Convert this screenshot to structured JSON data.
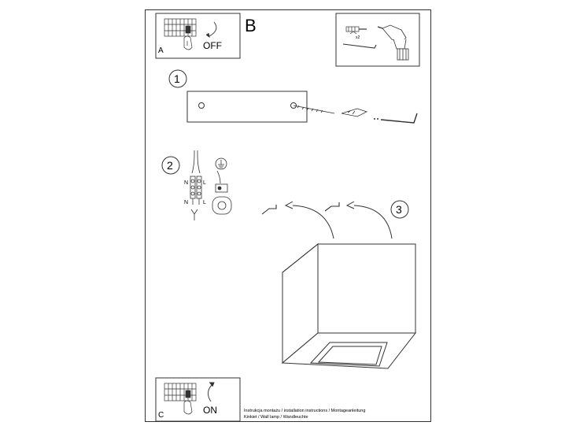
{
  "panel_a": {
    "letter": "A",
    "switch_state": "OFF",
    "icon": "terminal-block-off-icon"
  },
  "panel_b": {
    "letter": "B",
    "anchor_count": "x2",
    "icon": "tools-drill-icon"
  },
  "panel_c": {
    "letter": "C",
    "switch_state": "ON",
    "icon": "terminal-block-on-icon"
  },
  "steps": {
    "step1": {
      "number": "1"
    },
    "step2": {
      "number": "2",
      "wiring_labels": {
        "n_top": "N",
        "l_top": "L",
        "n_bottom": "N",
        "l_bottom": "L"
      },
      "icon": "ground-icon"
    },
    "step3": {
      "number": "3"
    }
  },
  "footer": {
    "line1": "Instrukcja montażu / installation instructions / Montageanleitung",
    "line2": "Kinkiet / Wall lamp / Wandleuchte"
  }
}
